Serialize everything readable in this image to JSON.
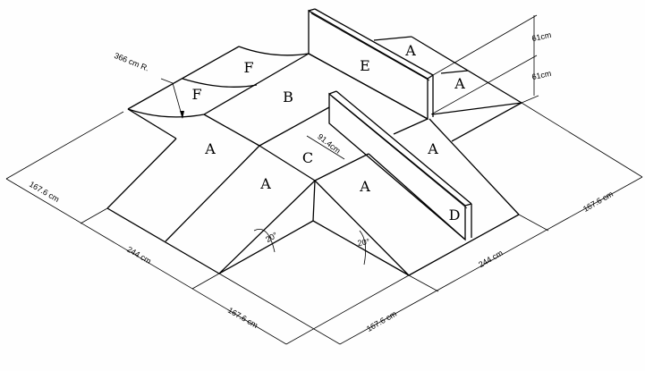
{
  "panel_labels": {
    "f_upper": "F",
    "f_lower": "F",
    "b": "B",
    "e": "E",
    "a_behind_wall": "A",
    "a_right_upper": "A",
    "a_left": "A",
    "c": "C",
    "a_center_left": "A",
    "a_center_right": "A",
    "a_right": "A",
    "d": "D"
  },
  "dimensions": {
    "radius": "366 cm R.",
    "c_width": "91.4cm",
    "height_upper": "61cm",
    "height_lower": "61cm",
    "left_outer": "167.6 cm",
    "left_middle": "244 cm",
    "bottom_left": "167.6 cm",
    "bottom_right": "167.6 cm",
    "right_middle": "244 cm",
    "right_outer": "167.6 cm",
    "angle_left": "20°",
    "angle_right": "20°"
  }
}
